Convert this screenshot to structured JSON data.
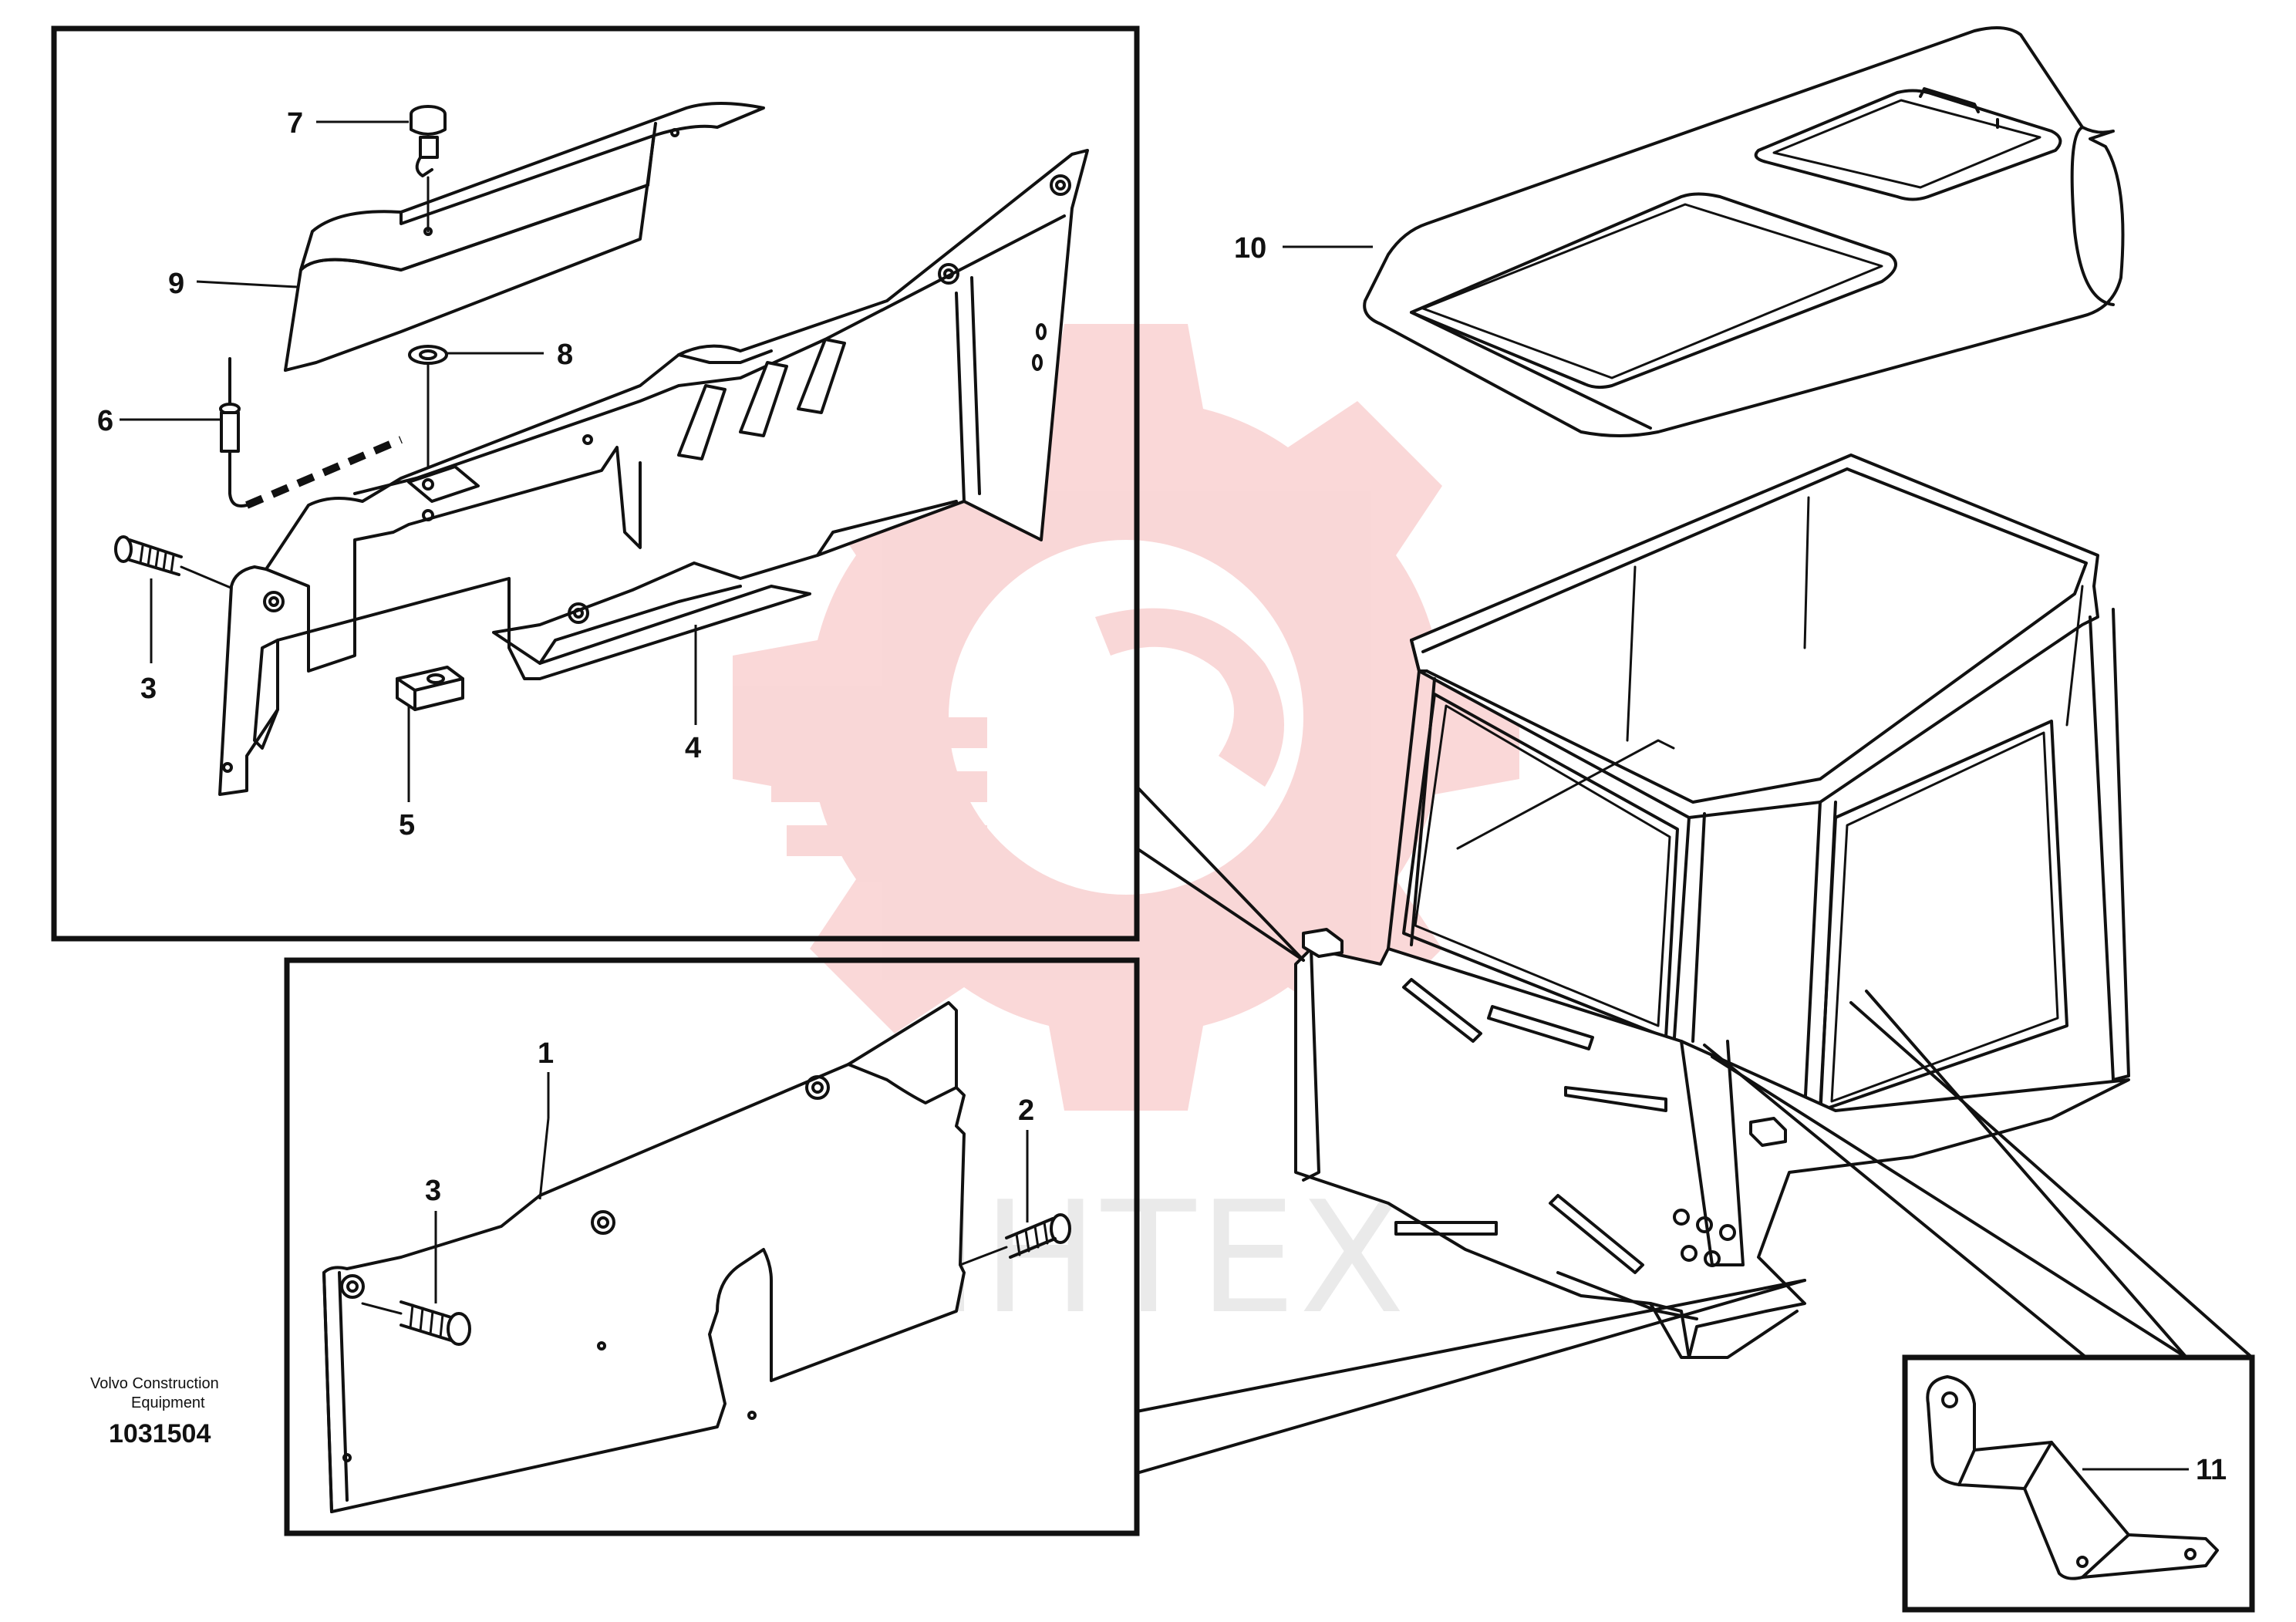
{
  "watermark": {
    "text": "ИНТЕХ",
    "color": "#e84c4c"
  },
  "caption": {
    "maker_line1": "Volvo Construction",
    "maker_line2": "Equipment",
    "document_number": "1031504"
  },
  "callouts": {
    "c1": "1",
    "c2": "2",
    "c3a": "3",
    "c3b": "3",
    "c4": "4",
    "c5": "5",
    "c6": "6",
    "c7": "7",
    "c8": "8",
    "c9": "9",
    "c10": "10",
    "c11": "11"
  }
}
